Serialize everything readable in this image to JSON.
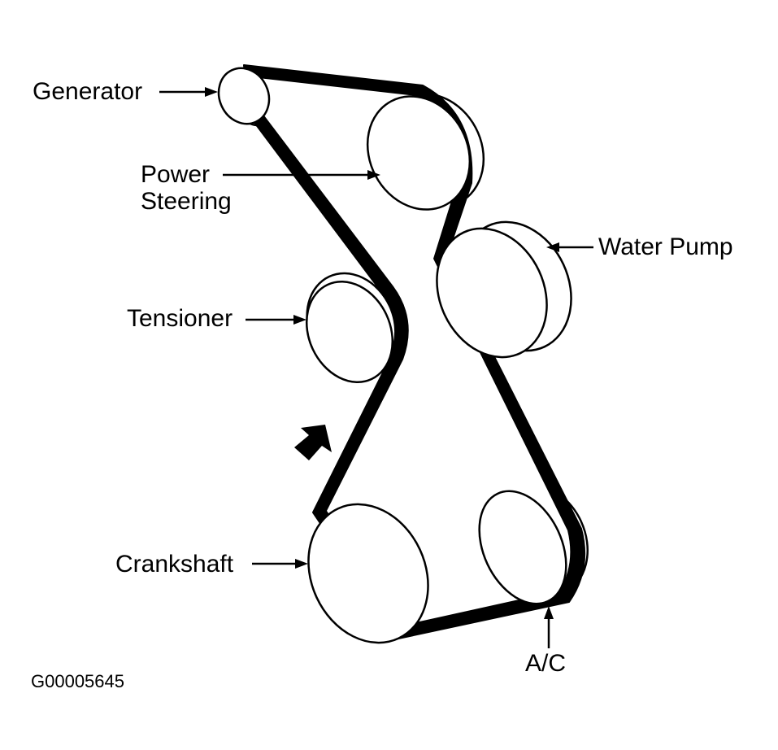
{
  "labels": {
    "generator": "Generator",
    "power_steering_line1": "Power",
    "power_steering_line2": "Steering",
    "water_pump": "Water Pump",
    "tensioner": "Tensioner",
    "crankshaft": "Crankshaft",
    "ac": "A/C"
  },
  "figure_id": "G00005645",
  "colors": {
    "ink": "#000000",
    "paper": "#ffffff"
  }
}
